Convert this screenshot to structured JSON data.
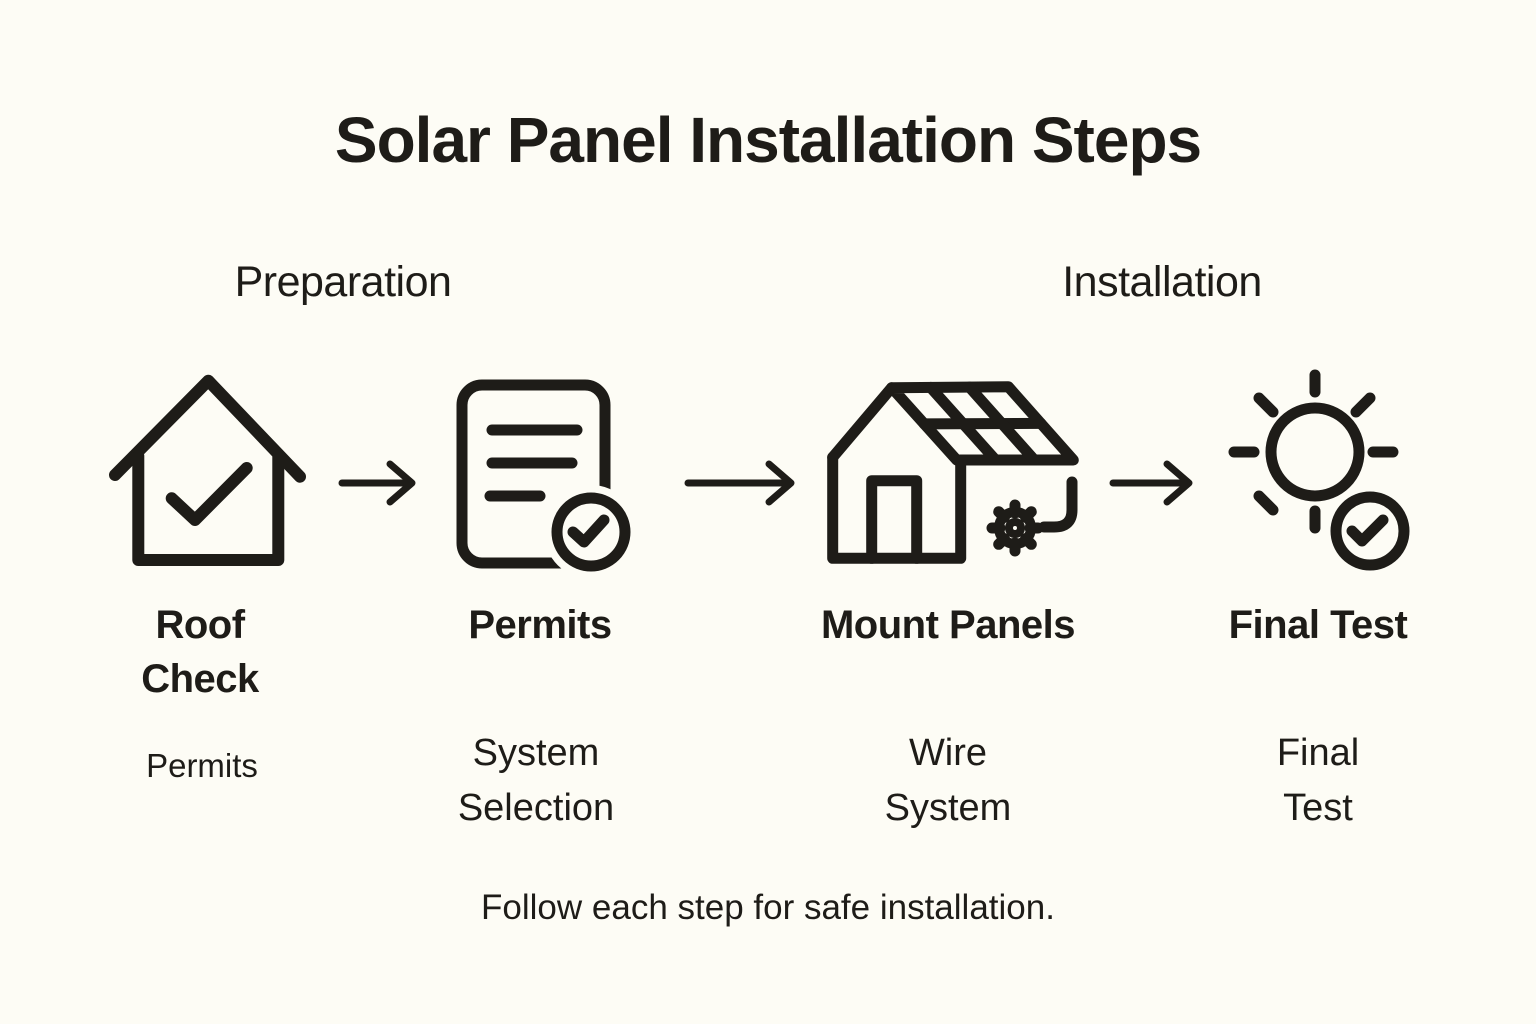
{
  "title": "Solar Panel Installation Steps",
  "phases": [
    {
      "label": "Preparation"
    },
    {
      "label": "Installation"
    }
  ],
  "steps": [
    {
      "icon": "house-check-icon",
      "label": "Roof Check",
      "sublabel": "Permits"
    },
    {
      "icon": "document-check-icon",
      "label": "Permits",
      "sublabel": "System Selection"
    },
    {
      "icon": "solar-house-gear-icon",
      "label": "Mount Panels",
      "sublabel": "Wire System"
    },
    {
      "icon": "sun-check-icon",
      "label": "Final Test",
      "sublabel": "Final Test"
    }
  ],
  "arrows": [
    {
      "name": "flow-arrow-1"
    },
    {
      "name": "flow-arrow-2"
    },
    {
      "name": "flow-arrow-3"
    }
  ],
  "footer": "Follow each step for safe installation.",
  "colors": {
    "background": "#FDFCF5",
    "ink": "#1E1C18"
  }
}
